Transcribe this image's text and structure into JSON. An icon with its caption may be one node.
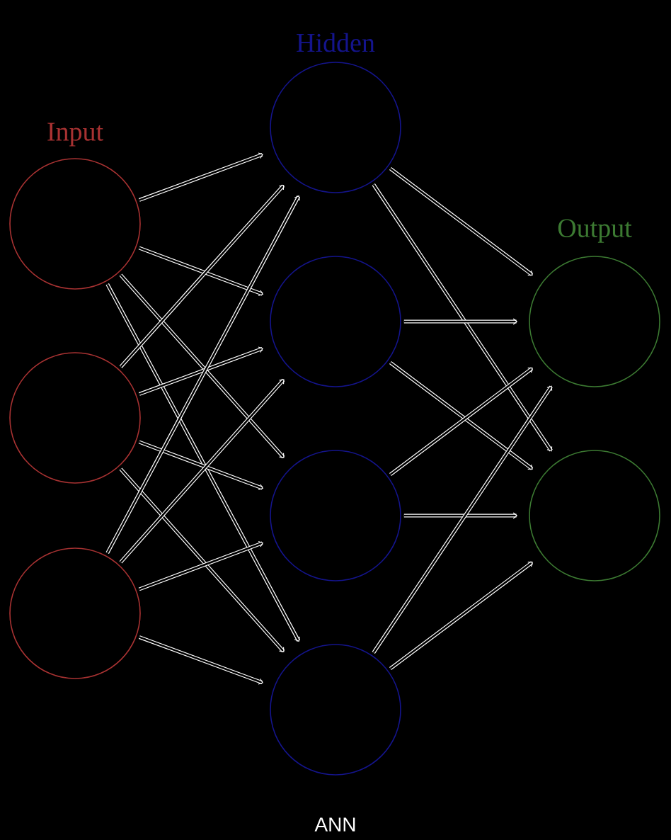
{
  "diagram": {
    "caption": "ANN",
    "nodes": [
      {
        "text": [],
        "shape": "circle"
      },
      {
        "text": [],
        "shape": "circle"
      },
      {
        "text": [],
        "shape": "circle"
      },
      {
        "text": [],
        "shape": "circle"
      },
      {
        "text": [],
        "shape": "circle"
      },
      {
        "text": [],
        "shape": "circle"
      },
      {
        "text": [],
        "shape": "circle"
      },
      {
        "text": [],
        "shape": "circle"
      },
      {
        "text": [],
        "shape": "circle"
      }
    ],
    "edges": [
      {
        "from": 0,
        "to": 3,
        "arrow": "to"
      },
      {
        "from": 0,
        "to": 4,
        "arrow": "to"
      },
      {
        "from": 0,
        "to": 5,
        "arrow": "to"
      },
      {
        "from": 0,
        "to": 6,
        "arrow": "to"
      },
      {
        "from": 1,
        "to": 3,
        "arrow": "to"
      },
      {
        "from": 1,
        "to": 4,
        "arrow": "to"
      },
      {
        "from": 1,
        "to": 5,
        "arrow": "to"
      },
      {
        "from": 1,
        "to": 6,
        "arrow": "to"
      },
      {
        "from": 2,
        "to": 3,
        "arrow": "to"
      },
      {
        "from": 2,
        "to": 4,
        "arrow": "to"
      },
      {
        "from": 2,
        "to": 5,
        "arrow": "to"
      },
      {
        "from": 2,
        "to": 6,
        "arrow": "to"
      },
      {
        "from": 3,
        "to": 7,
        "arrow": "to"
      },
      {
        "from": 3,
        "to": 8,
        "arrow": "to"
      },
      {
        "from": 4,
        "to": 7,
        "arrow": "to"
      },
      {
        "from": 4,
        "to": 8,
        "arrow": "to"
      },
      {
        "from": 5,
        "to": 7,
        "arrow": "to"
      },
      {
        "from": 5,
        "to": 8,
        "arrow": "to"
      },
      {
        "from": 6,
        "to": 7,
        "arrow": "to"
      },
      {
        "from": 6,
        "to": 8,
        "arrow": "to"
      }
    ],
    "labels": [
      "Hidden",
      "Input",
      "Output"
    ]
  }
}
